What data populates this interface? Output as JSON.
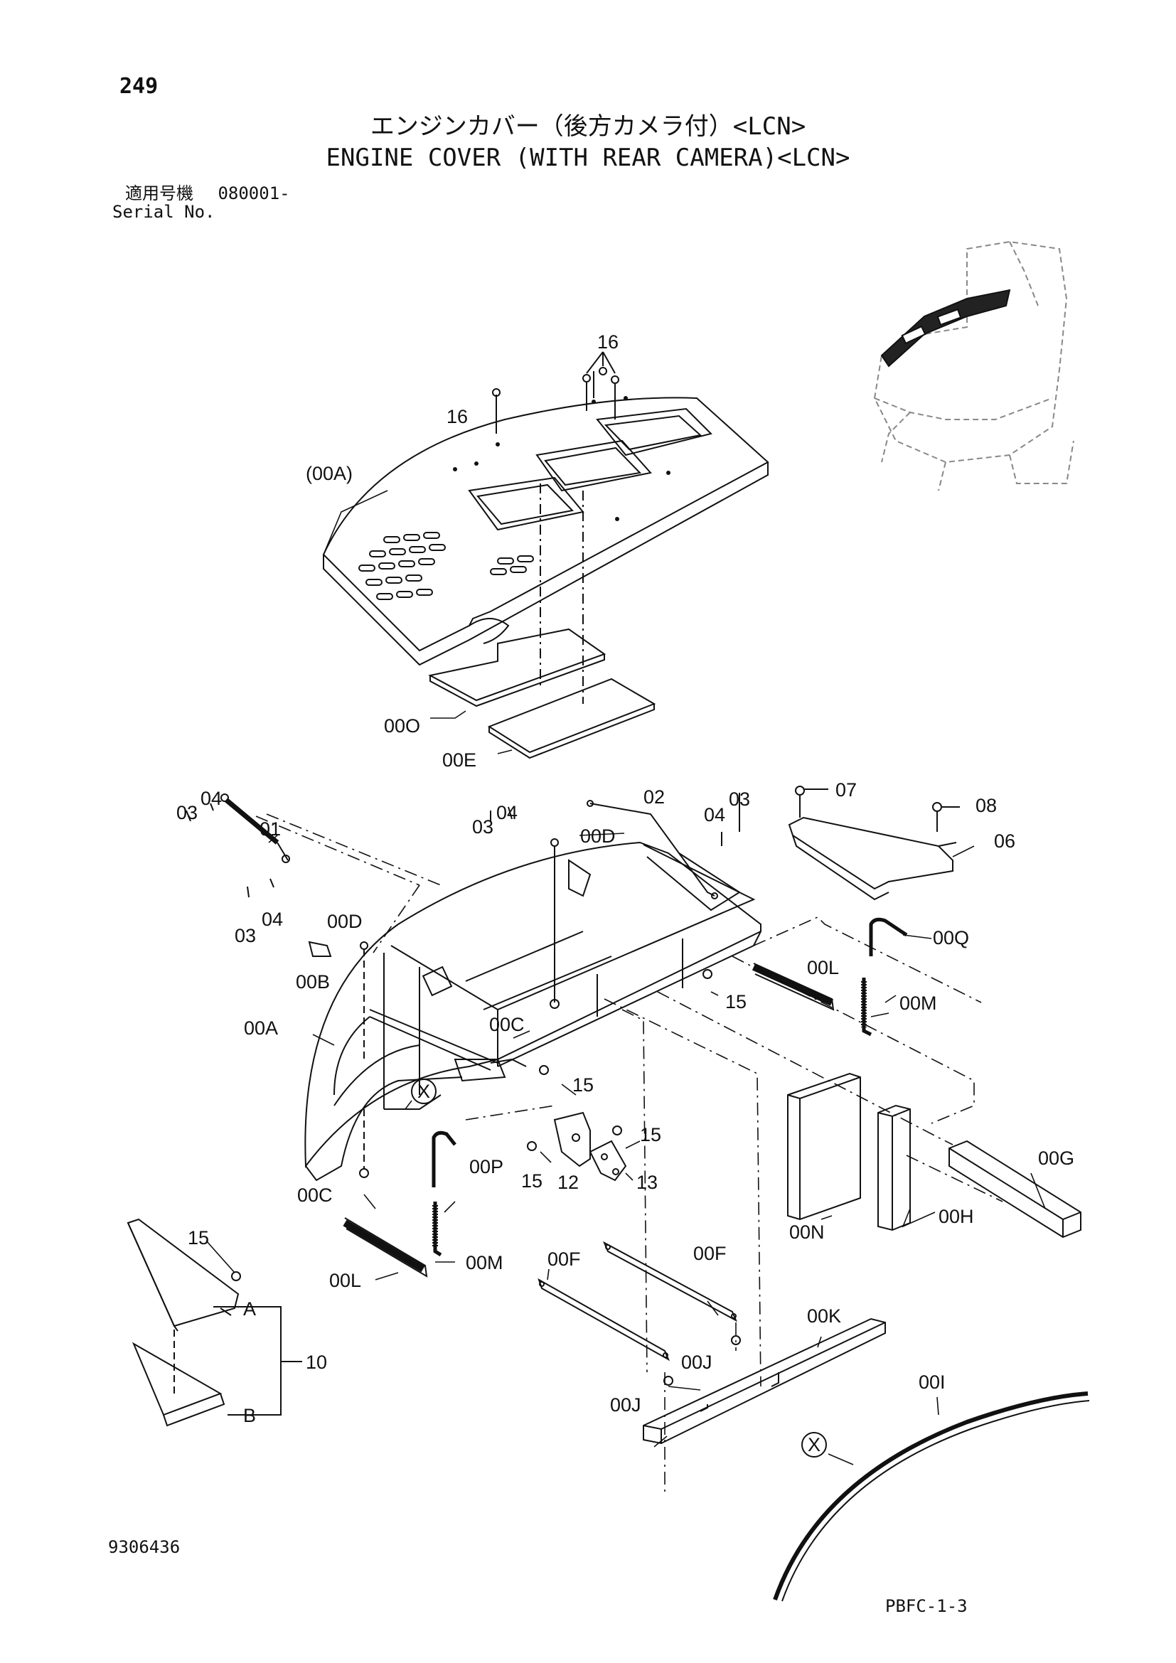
{
  "header": {
    "page_number": "249",
    "title_jp": "エンジンカバー（後方カメラ付）<LCN>",
    "title_en": "ENGINE COVER (WITH REAR CAMERA)<LCN>",
    "serial_label_jp": "適用号機",
    "serial_value": "080001-",
    "serial_label_en": "Serial No."
  },
  "footer": {
    "drawing_number": "9306436",
    "page_code": "PBFC-1-3"
  },
  "callouts": [
    {
      "id": "c16a",
      "text": "16"
    },
    {
      "id": "c16b",
      "text": "16"
    },
    {
      "id": "c00A_top",
      "text": "(00A)"
    },
    {
      "id": "c00O",
      "text": "00O"
    },
    {
      "id": "c00E",
      "text": "00E"
    },
    {
      "id": "c03a",
      "text": "03"
    },
    {
      "id": "c04a",
      "text": "04"
    },
    {
      "id": "c01",
      "text": "01"
    },
    {
      "id": "c04b",
      "text": "04"
    },
    {
      "id": "c03b",
      "text": "03"
    },
    {
      "id": "c03c",
      "text": "03"
    },
    {
      "id": "c04c",
      "text": "04"
    },
    {
      "id": "c00Da",
      "text": "00D"
    },
    {
      "id": "c02",
      "text": "02"
    },
    {
      "id": "c04d",
      "text": "04"
    },
    {
      "id": "c03d",
      "text": "03"
    },
    {
      "id": "c07",
      "text": "07"
    },
    {
      "id": "c08",
      "text": "08"
    },
    {
      "id": "c06",
      "text": "06"
    },
    {
      "id": "c00Db",
      "text": "00D"
    },
    {
      "id": "c00B",
      "text": "00B"
    },
    {
      "id": "c00A",
      "text": "00A"
    },
    {
      "id": "c00Q",
      "text": "00Q"
    },
    {
      "id": "c00La",
      "text": "00L"
    },
    {
      "id": "c15a",
      "text": "15"
    },
    {
      "id": "c00Ma",
      "text": "00M"
    },
    {
      "id": "c00Ca",
      "text": "00C"
    },
    {
      "id": "c15b",
      "text": "15"
    },
    {
      "id": "cXa",
      "text": "X"
    },
    {
      "id": "c00P",
      "text": "00P"
    },
    {
      "id": "c15c",
      "text": "15"
    },
    {
      "id": "c15d",
      "text": "15"
    },
    {
      "id": "c12",
      "text": "12"
    },
    {
      "id": "c13",
      "text": "13"
    },
    {
      "id": "c00Cb",
      "text": "00C"
    },
    {
      "id": "c00Mb",
      "text": "00M"
    },
    {
      "id": "c00Lb",
      "text": "00L"
    },
    {
      "id": "c15e",
      "text": "15"
    },
    {
      "id": "cA",
      "text": "A"
    },
    {
      "id": "c10",
      "text": "10"
    },
    {
      "id": "cB",
      "text": "B"
    },
    {
      "id": "c00N",
      "text": "00N"
    },
    {
      "id": "c00H",
      "text": "00H"
    },
    {
      "id": "c00G",
      "text": "00G"
    },
    {
      "id": "c00Fa",
      "text": "00F"
    },
    {
      "id": "c00Fb",
      "text": "00F"
    },
    {
      "id": "c00K",
      "text": "00K"
    },
    {
      "id": "c00Ja",
      "text": "00J"
    },
    {
      "id": "c00Jb",
      "text": "00J"
    },
    {
      "id": "c00I",
      "text": "00I"
    },
    {
      "id": "cXb",
      "text": "X"
    }
  ]
}
